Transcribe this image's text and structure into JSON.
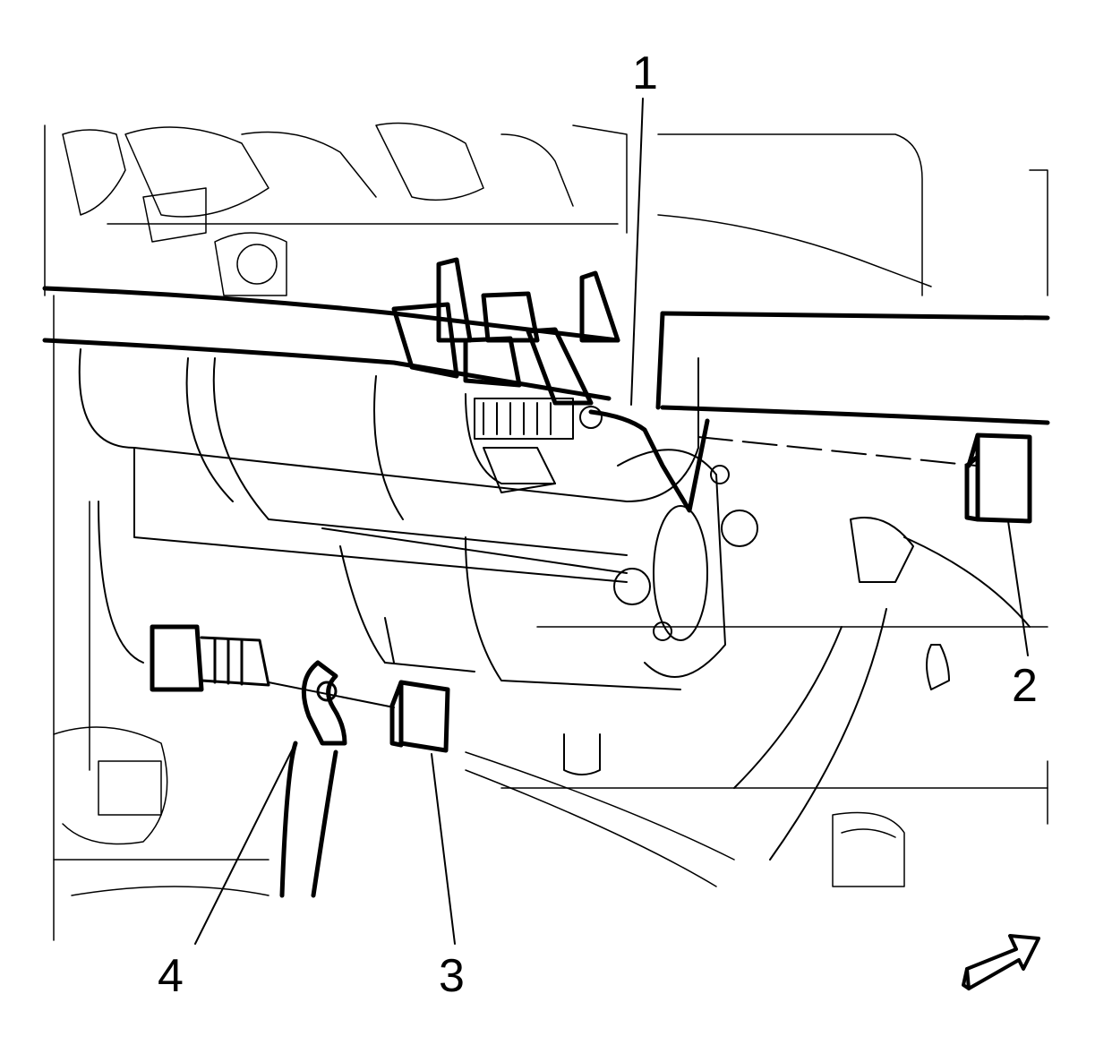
{
  "callouts": {
    "c1": "1",
    "c2": "2",
    "c3": "3",
    "c4": "4"
  },
  "icons": {
    "direction_arrow": "front-direction-arrow-icon"
  },
  "colors": {
    "ink": "#000000",
    "background": "#ffffff"
  }
}
